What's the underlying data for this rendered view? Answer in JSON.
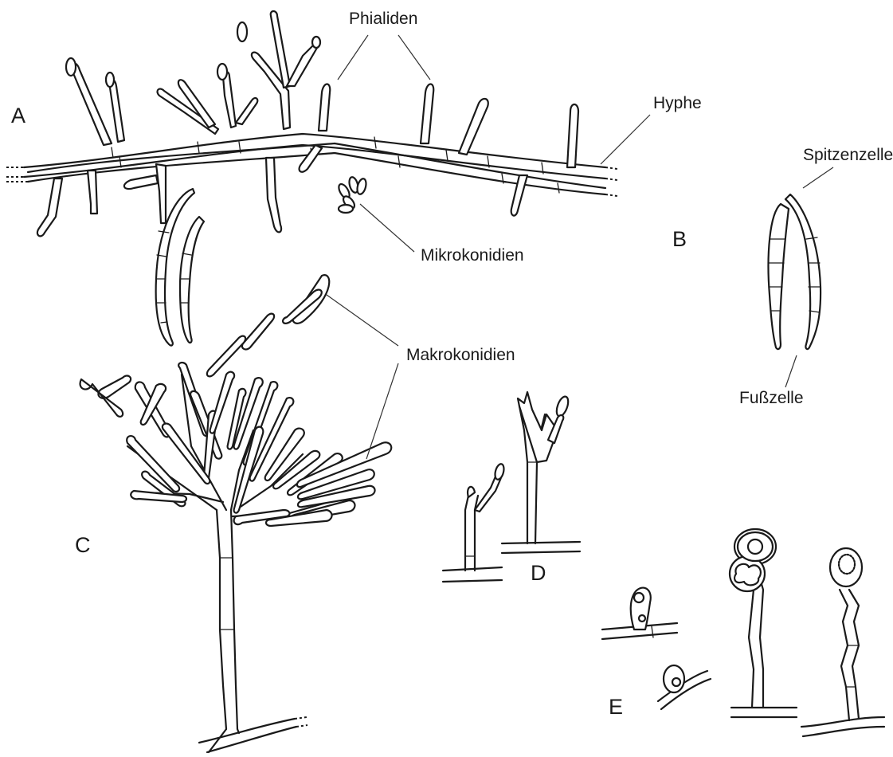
{
  "panels": {
    "a": "A",
    "b": "B",
    "c": "C",
    "d": "D",
    "e": "E"
  },
  "labels": {
    "phialiden": "Phialiden",
    "hyphe": "Hyphe",
    "mikrokonidien": "Mikrokonidien",
    "spitzenzelle": "Spitzenzelle",
    "fusszelle": "Fußzelle",
    "makrokonidien": "Makrokonidien"
  },
  "colors": {
    "ink": "#1a1a1a",
    "background": "#ffffff"
  }
}
